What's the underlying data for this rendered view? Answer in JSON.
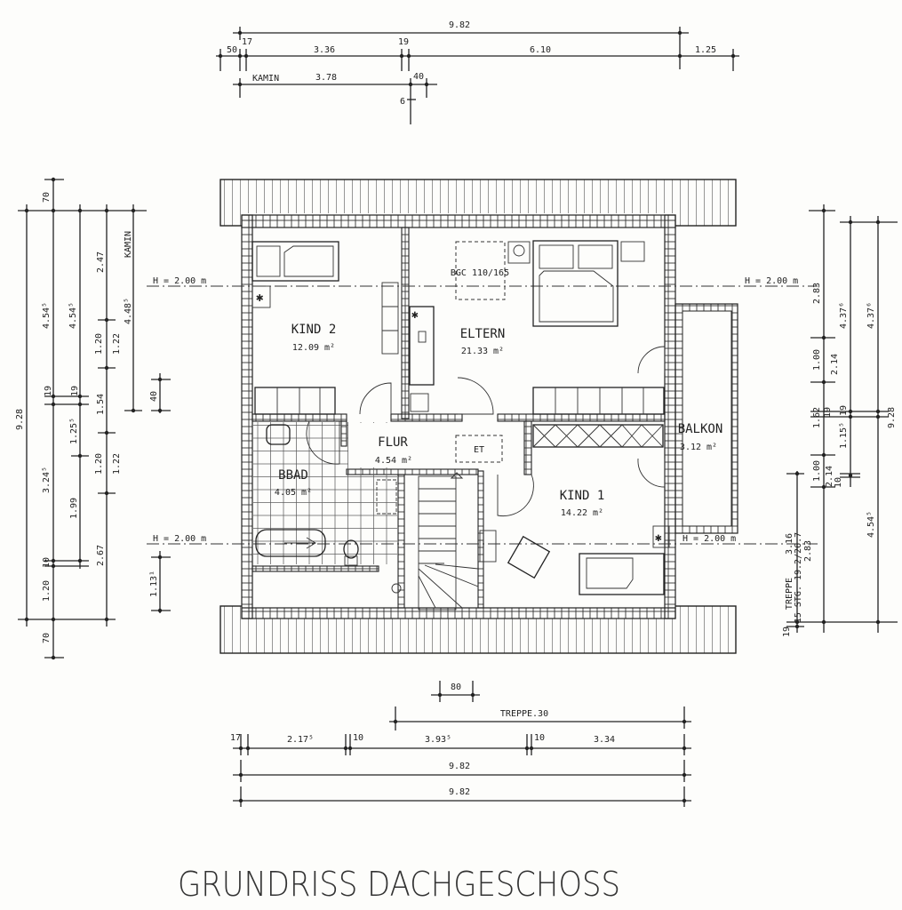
{
  "title": "GRUNDRISS DACHGESCHOSS",
  "rooms": {
    "kind2": {
      "name": "KIND 2",
      "area": "12.09 m²"
    },
    "eltern": {
      "name": "ELTERN",
      "area": "21.33 m²"
    },
    "flur": {
      "name": "FLUR",
      "area": "4.54 m²"
    },
    "bad": {
      "name": "BBAD",
      "area": "4.05 m²"
    },
    "kind1": {
      "name": "KIND 1",
      "area": "14.22 m²"
    },
    "balkon": {
      "name": "BALKON",
      "area": "3.12 m²"
    }
  },
  "labels": {
    "bgc": "BGC 110/165",
    "et": "ET",
    "height_left_top": "H = 2.00 m",
    "height_left_bottom": "H = 2.00 m",
    "height_right_top": "H = 2.00 m",
    "height_right_bottom": "H = 2.00 m",
    "treppe_right": "TREPPE",
    "treppe_steps": "15 STG. 19.2/26.7",
    "treppe_bottom": "TREPPE.30"
  },
  "dims_top": {
    "overall": "9.82",
    "d50": "50",
    "d17": "17",
    "d336": "3.36",
    "d19": "19",
    "d610": "6.10",
    "d125": "1.25",
    "kamin": "KAMIN",
    "d378": "3.78",
    "d40": "40",
    "d6": "6"
  },
  "dims_left": {
    "d70_top": "70",
    "d4545_a": "4.54⁵",
    "d4545_b": "4.54⁵",
    "d247": "2.47",
    "kamin": "KAMIN",
    "d4485": "4.48⁵",
    "d120_a": "1.20",
    "d122_a": "1.22",
    "d19_a": "19",
    "d19_b": "19",
    "d154": "1.54",
    "d1255": "1.25⁵",
    "d3245": "3.24⁵",
    "d120_b": "1.20",
    "d122_b": "1.22",
    "d199": "1.99",
    "d267": "2.67",
    "d10": "10",
    "d120_c": "1.20",
    "d70_bottom": "70",
    "d40": "40",
    "d1131": "1.13¹",
    "d928": "9.28"
  },
  "dims_right": {
    "d283_a": "2.83",
    "d4376_a": "4.37⁶",
    "d4376_b": "4.37⁶",
    "d100_a": "1.00",
    "d214_a": "2.14",
    "d162": "1.62",
    "d19_a": "19",
    "d19_b": "19",
    "d1155": "1.15⁵",
    "d100_b": "1.00",
    "d214_b": "2.14",
    "d10": "10",
    "d4545": "4.54⁵",
    "d928": "9.28",
    "d283_b": "2.83",
    "d316": "3.16",
    "d19_c": "19"
  },
  "dims_bottom": {
    "d80": "80",
    "d17": "17",
    "d2175": "2.17⁵",
    "d10_a": "10",
    "d3935": "3.93⁵",
    "d10_b": "10",
    "d334": "3.34",
    "overall_a": "9.82",
    "overall_b": "9.82"
  }
}
